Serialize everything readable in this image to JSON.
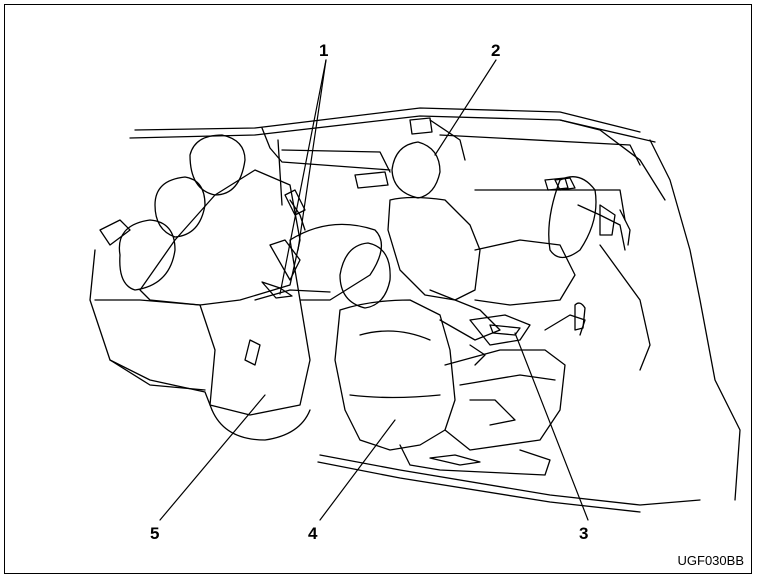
{
  "callouts": [
    "1",
    "2",
    "3",
    "4",
    "5"
  ],
  "figure_code": "UGF030BB",
  "colors": {
    "line": "#000000",
    "background": "#ffffff"
  }
}
